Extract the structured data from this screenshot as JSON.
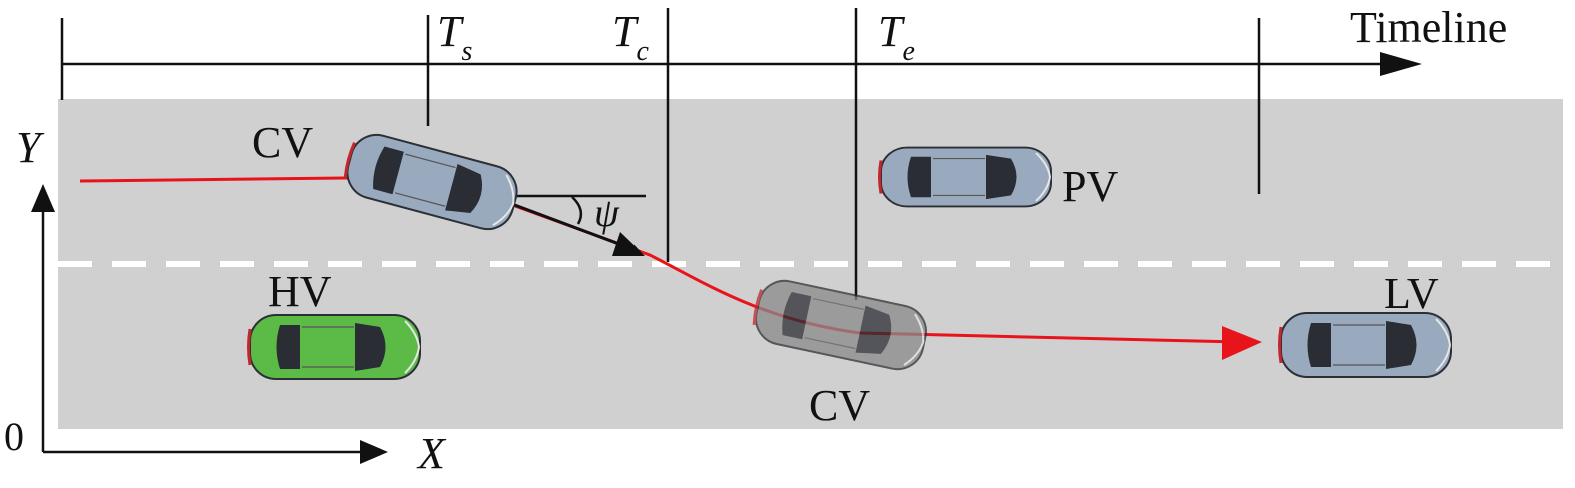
{
  "timeline": {
    "label": "Timeline",
    "markers": [
      {
        "main": "T",
        "sub": "s"
      },
      {
        "main": "T",
        "sub": "c"
      },
      {
        "main": "T",
        "sub": "e"
      }
    ]
  },
  "axes": {
    "y_label": "Y",
    "x_label": "X",
    "origin_label": "0"
  },
  "angle_label": "ψ",
  "vehicles": {
    "cv_start": "CV",
    "hv": "HV",
    "pv": "PV",
    "cv_end": "CV",
    "lv": "LV"
  },
  "colors": {
    "road": "#d0d0d0",
    "lane_marking": "#ffffff",
    "trajectory": "#e8141b",
    "hv_body": "#5cba47",
    "car_body": "#9aaabe",
    "ghost_car": "#8a8a8a"
  }
}
